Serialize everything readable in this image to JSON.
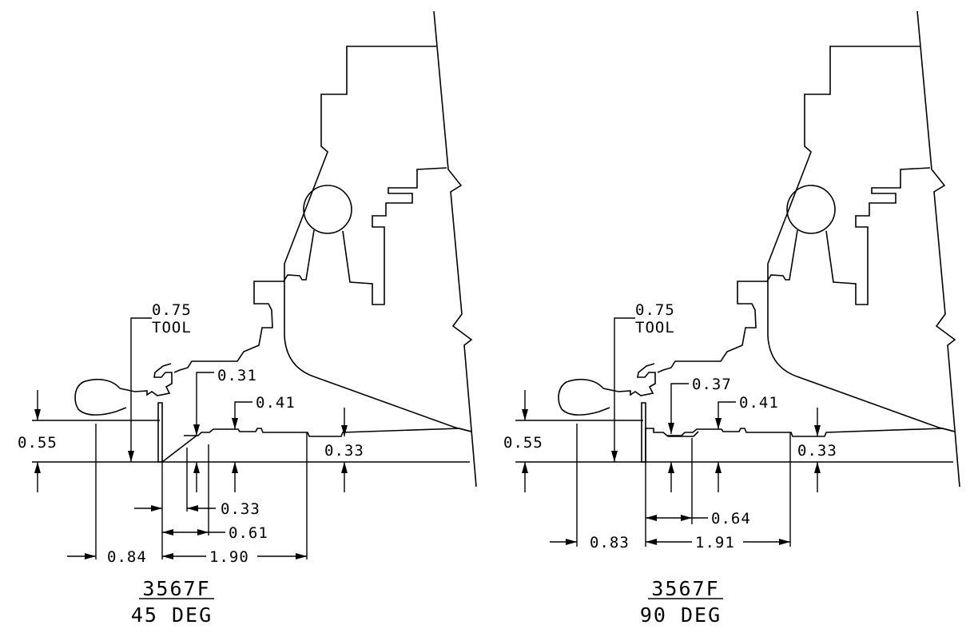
{
  "views": [
    {
      "part_number": "3567F",
      "angle_label": "45 DEG",
      "dims": {
        "tool": [
          "0.75",
          "TOOL"
        ],
        "height_left": "0.55",
        "step1": "0.31",
        "step2": "0.41",
        "step3": "0.33",
        "h1": "0.33",
        "h2": "0.61",
        "h3": "1.90",
        "offset": "0.84"
      }
    },
    {
      "part_number": "3567F",
      "angle_label": "90 DEG",
      "dims": {
        "tool": [
          "0.75",
          "TOOL"
        ],
        "height_left": "0.55",
        "step1": "0.37",
        "step2": "0.41",
        "step3": "0.33",
        "h2": "0.64",
        "h3": "1.91",
        "offset": "0.83"
      }
    }
  ]
}
